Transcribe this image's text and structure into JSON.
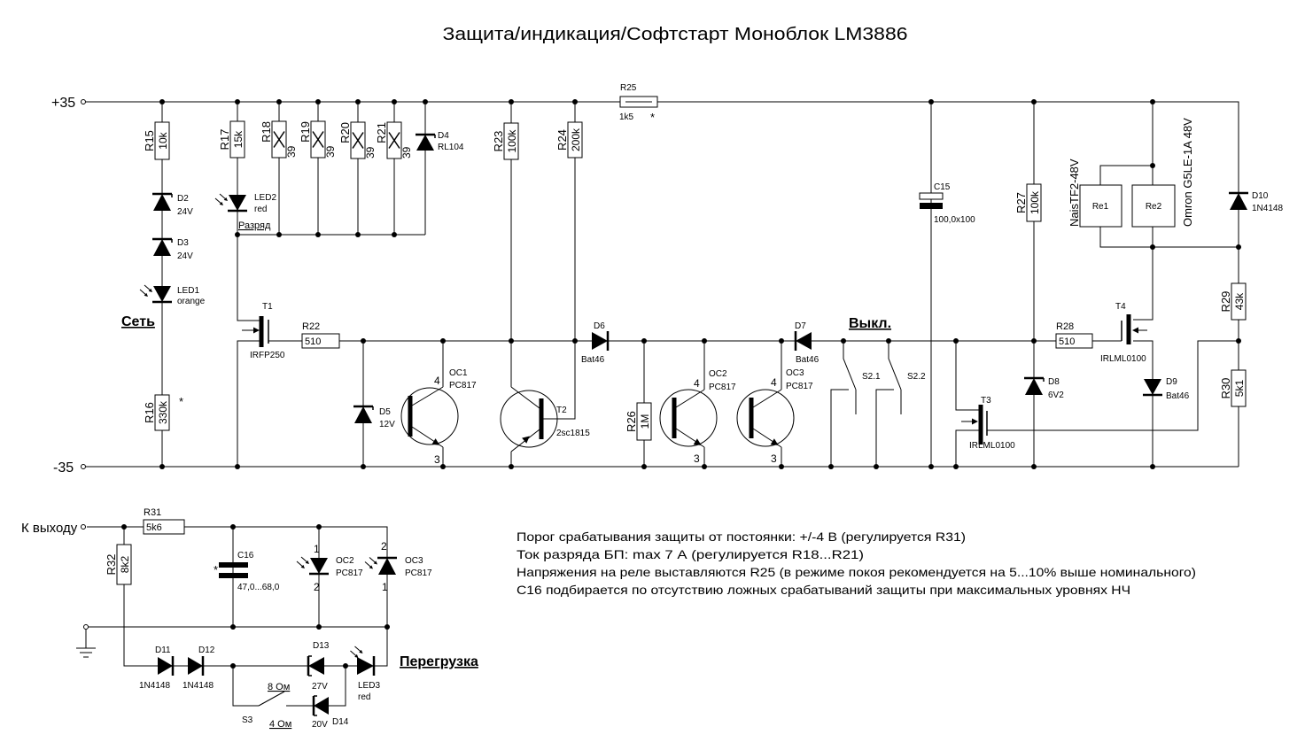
{
  "title": "Защита/индикация/Софтстарт  Моноблок LM3886",
  "rails": {
    "plus": "+35",
    "minus": "-35",
    "output": "К выходу"
  },
  "sections": {
    "mains": "Сеть",
    "discharge": "Разряд",
    "off": "Выкл.",
    "overload": "Перегрузка"
  },
  "select_mark": "*",
  "components": {
    "R15": {
      "ref": "R15",
      "value": "10k"
    },
    "R16": {
      "ref": "R16",
      "value": "330k"
    },
    "R17": {
      "ref": "R17",
      "value": "15k"
    },
    "R18": {
      "ref": "R18",
      "value": "39",
      "symbol": "X"
    },
    "R19": {
      "ref": "R19",
      "value": "39",
      "symbol": "X"
    },
    "R20": {
      "ref": "R20",
      "value": "39",
      "symbol": "X"
    },
    "R21": {
      "ref": "R21",
      "value": "39",
      "symbol": "X"
    },
    "R22": {
      "ref": "R22",
      "value": "510"
    },
    "R23": {
      "ref": "R23",
      "value": "100k"
    },
    "R24": {
      "ref": "R24",
      "value": "200k"
    },
    "R25": {
      "ref": "R25",
      "value": "1k5"
    },
    "R26": {
      "ref": "R26",
      "value": "1M"
    },
    "R27": {
      "ref": "R27",
      "value": "100k"
    },
    "R28": {
      "ref": "R28",
      "value": "510"
    },
    "R29": {
      "ref": "R29",
      "value": "43k"
    },
    "R30": {
      "ref": "R30",
      "value": "5k1"
    },
    "R31": {
      "ref": "R31",
      "value": "5k6"
    },
    "R32": {
      "ref": "R32",
      "value": "8k2"
    },
    "D2": {
      "ref": "D2",
      "value": "24V"
    },
    "D3": {
      "ref": "D3",
      "value": "24V"
    },
    "D4": {
      "ref": "D4",
      "value": "RL104"
    },
    "D5": {
      "ref": "D5",
      "value": "12V"
    },
    "D6": {
      "ref": "D6",
      "value": "Bat46"
    },
    "D7": {
      "ref": "D7",
      "value": "Bat46"
    },
    "D8": {
      "ref": "D8",
      "value": "6V2"
    },
    "D9": {
      "ref": "D9",
      "value": "Bat46"
    },
    "D10": {
      "ref": "D10",
      "value": "1N4148"
    },
    "D11": {
      "ref": "D11",
      "value": "1N4148"
    },
    "D12": {
      "ref": "D12",
      "value": "1N4148"
    },
    "D13": {
      "ref": "D13",
      "value": "27V"
    },
    "D14": {
      "ref": "D14",
      "value": "20V"
    },
    "LED1": {
      "ref": "LED1",
      "value": "orange"
    },
    "LED2": {
      "ref": "LED2",
      "value": "red"
    },
    "LED3": {
      "ref": "LED3",
      "value": "red"
    },
    "T1": {
      "ref": "T1",
      "value": "IRFP250"
    },
    "T2": {
      "ref": "T2",
      "value": "2sc1815"
    },
    "T3": {
      "ref": "T3",
      "value": "IRLML0100"
    },
    "T4": {
      "ref": "T4",
      "value": "IRLML0100"
    },
    "OC1": {
      "ref": "OC1",
      "value": "PC817",
      "pin_c": "4",
      "pin_e": "3"
    },
    "OC2": {
      "ref": "OC2",
      "value": "PC817",
      "pin_c": "4",
      "pin_e": "3",
      "pin_a": "1",
      "pin_k": "2"
    },
    "OC3": {
      "ref": "OC3",
      "value": "PC817",
      "pin_c": "4",
      "pin_e": "3",
      "pin_a": "1",
      "pin_k": "2"
    },
    "C15": {
      "ref": "C15",
      "value": "100,0x100"
    },
    "C16": {
      "ref": "C16",
      "value": "47,0...68,0"
    },
    "Re1": {
      "ref": "Re1",
      "model": "NaisTF2-48V"
    },
    "Re2": {
      "ref": "Re2",
      "model": "Omron G5LE-1A 48V"
    },
    "S2_1": {
      "ref": "S2.1"
    },
    "S2_2": {
      "ref": "S2.2"
    },
    "S3": {
      "ref": "S3",
      "option_a": "8 Ом",
      "option_b": "4 Ом"
    }
  },
  "notes": [
    "Порог срабатывания защиты от постоянки: +/-4 В (регулируется  R31)",
    "Ток разряда БП: max 7 А (регулируется R18...R21)",
    "Напряжения на реле выставляются R25 (в режиме покоя рекомендуется на 5...10% выше номинального)",
    " С16 подбирается по отсутствию ложных срабатываний  защиты при максимальных уровнях НЧ"
  ]
}
